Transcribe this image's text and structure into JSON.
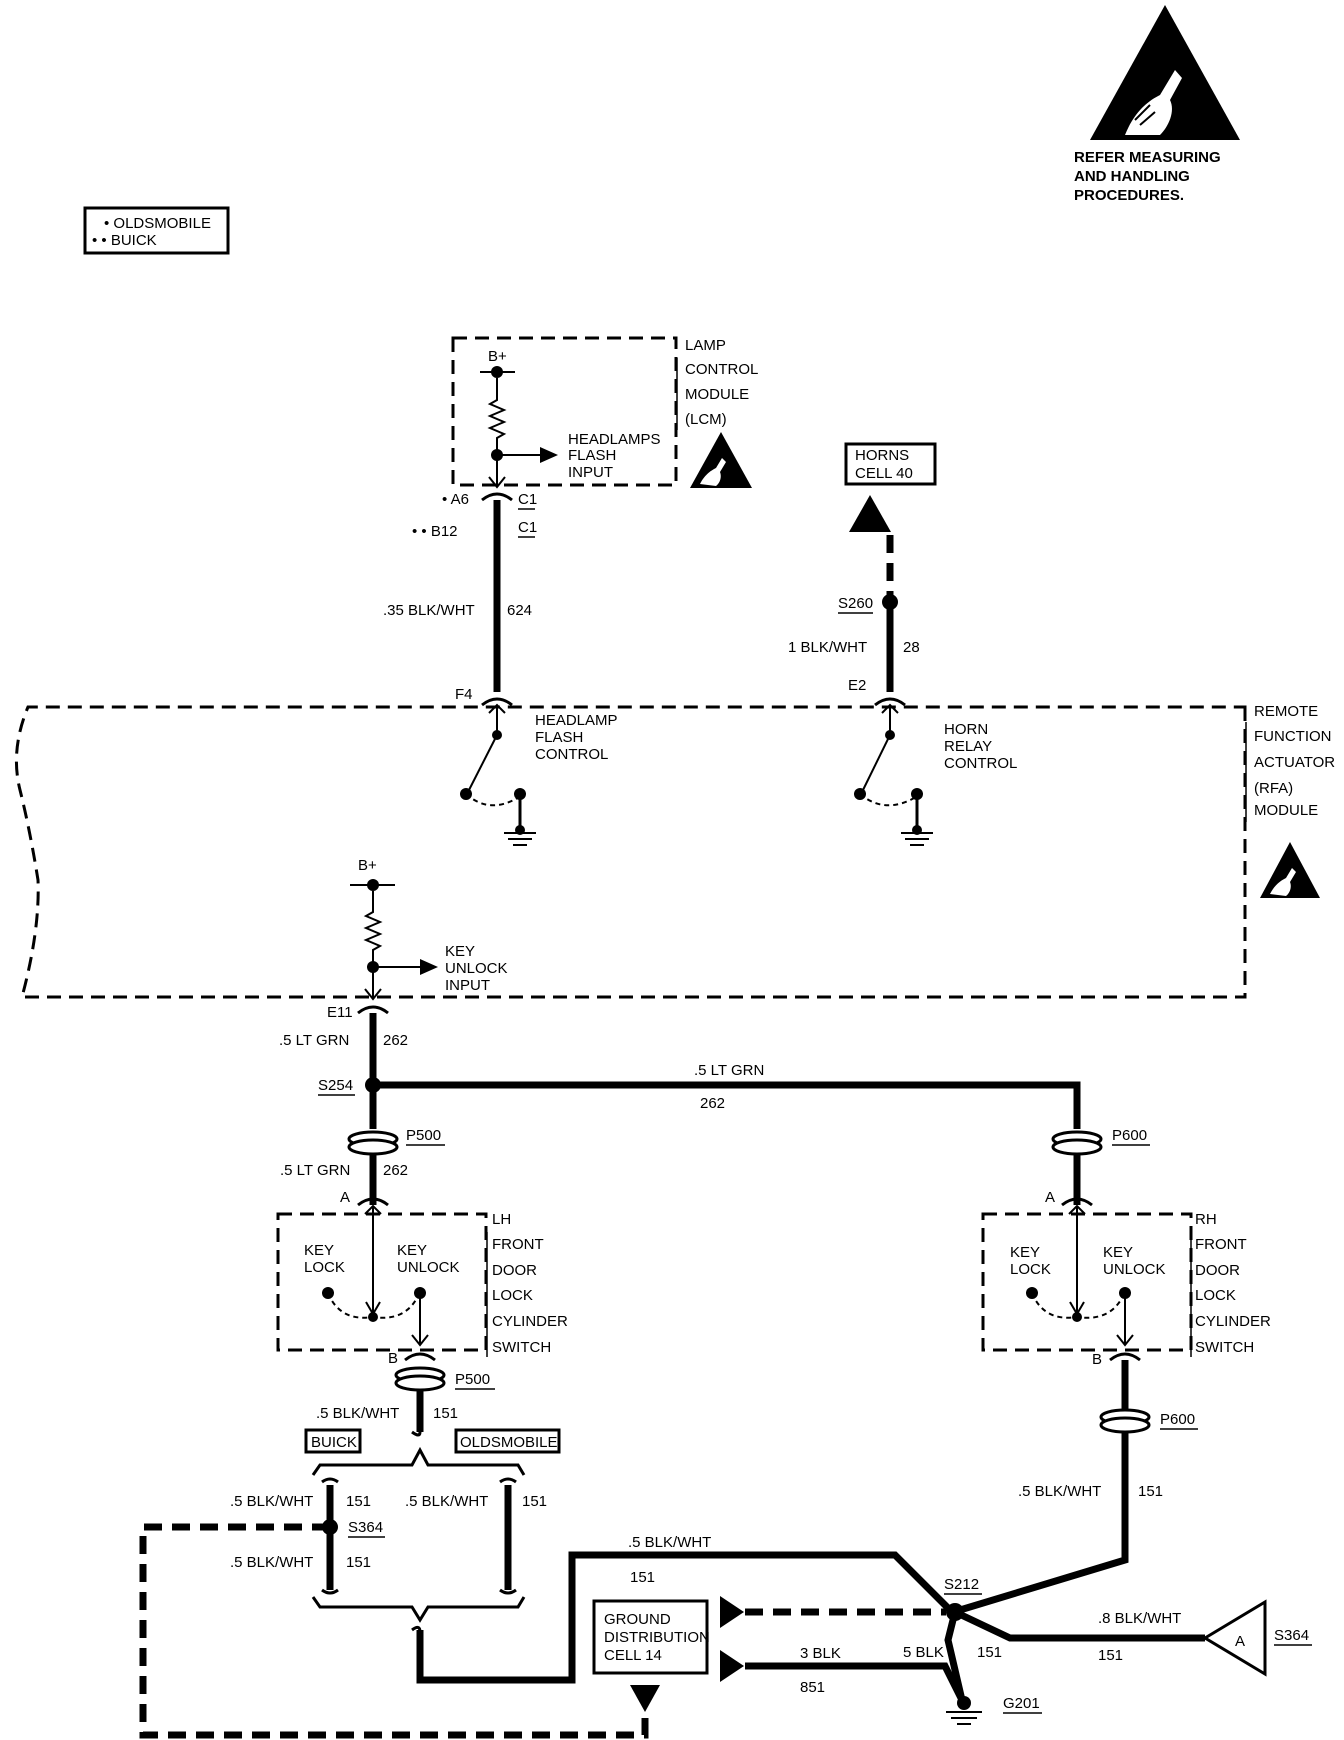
{
  "esd_notice": {
    "line1": "REFER MEASURING",
    "line2": "AND HANDLING",
    "line3": "PROCEDURES."
  },
  "legend": {
    "oldsmobile": "• OLDSMOBILE",
    "buick": "• • BUICK"
  },
  "lcm": {
    "name": [
      "LAMP",
      "CONTROL",
      "MODULE",
      "(LCM)"
    ],
    "supply": "B+",
    "input": [
      "HEADLAMPS",
      "FLASH",
      "INPUT"
    ],
    "pin_olds": "• A6",
    "pin_buick": "• • B12",
    "conn1": "C1",
    "conn2": "C1"
  },
  "wire_624": {
    "gauge_color": ".35 BLK/WHT",
    "circuit": "624"
  },
  "horns": {
    "line1": "HORNS",
    "line2": "CELL 40"
  },
  "splice_s260": "S260",
  "wire_28": {
    "gauge_color": "1 BLK/WHT",
    "circuit": "28"
  },
  "rfa": {
    "name": [
      "REMOTE",
      "FUNCTION",
      "ACTUATOR",
      "(RFA)",
      "MODULE"
    ],
    "pin_f4": "F4",
    "pin_e2": "E2",
    "pin_e11": "E11",
    "headlamp_flash": [
      "HEADLAMP",
      "FLASH",
      "CONTROL"
    ],
    "horn_relay": [
      "HORN",
      "RELAY",
      "CONTROL"
    ],
    "supply": "B+",
    "key_unlock_input": [
      "KEY",
      "UNLOCK",
      "INPUT"
    ]
  },
  "wire_262_a": {
    "gauge_color": ".5 LT GRN",
    "circuit": "262"
  },
  "splice_s254": "S254",
  "wire_262_b": {
    "gauge_color": ".5 LT GRN",
    "circuit": "262"
  },
  "wire_262_c": {
    "gauge_color": ".5 LT GRN",
    "circuit": "262"
  },
  "p500_top": "P500",
  "p500_bottom": "P500",
  "p600_top": "P600",
  "p600_bottom": "P600",
  "lh_switch": {
    "name": [
      "LH",
      "FRONT",
      "DOOR",
      "LOCK",
      "CYLINDER",
      "SWITCH"
    ],
    "key_lock": [
      "KEY",
      "LOCK"
    ],
    "key_unlock": [
      "KEY",
      "UNLOCK"
    ],
    "pin_a": "A",
    "pin_b": "B"
  },
  "rh_switch": {
    "name": [
      "RH",
      "FRONT",
      "DOOR",
      "LOCK",
      "CYLINDER",
      "SWITCH"
    ],
    "key_lock": [
      "KEY",
      "LOCK"
    ],
    "key_unlock": [
      "KEY",
      "UNLOCK"
    ],
    "pin_a": "A",
    "pin_b": "B"
  },
  "wire_151_p500": {
    "gauge_color": ".5 BLK/WHT",
    "circuit": "151"
  },
  "variant_buick": "BUICK",
  "variant_olds": "OLDSMOBILE",
  "wire_151_buick_upper": {
    "gauge_color": ".5 BLK/WHT",
    "circuit": "151"
  },
  "wire_151_olds": {
    "gauge_color": ".5 BLK/WHT",
    "circuit": "151"
  },
  "splice_s364": "S364",
  "wire_151_buick_lower": {
    "gauge_color": ".5 BLK/WHT",
    "circuit": "151"
  },
  "wire_151_to_s212": {
    "gauge_color": ".5 BLK/WHT",
    "circuit": "151"
  },
  "wire_151_rh": {
    "gauge_color": ".5 BLK/WHT",
    "circuit": "151"
  },
  "splice_s212": "S212",
  "ground_dist": {
    "line1": "GROUND",
    "line2": "DISTRIBUTION",
    "line3": "CELL 14"
  },
  "wire_851": {
    "gauge_color": "3 BLK",
    "circuit": "851"
  },
  "wire_5blk": {
    "gauge_color": "5 BLK",
    "circuit": "151"
  },
  "wire_8blk": {
    "gauge_color": ".8 BLK/WHT",
    "circuit": "151"
  },
  "ref_a": {
    "letter": "A",
    "splice": "S364"
  },
  "ground_g201": "G201"
}
